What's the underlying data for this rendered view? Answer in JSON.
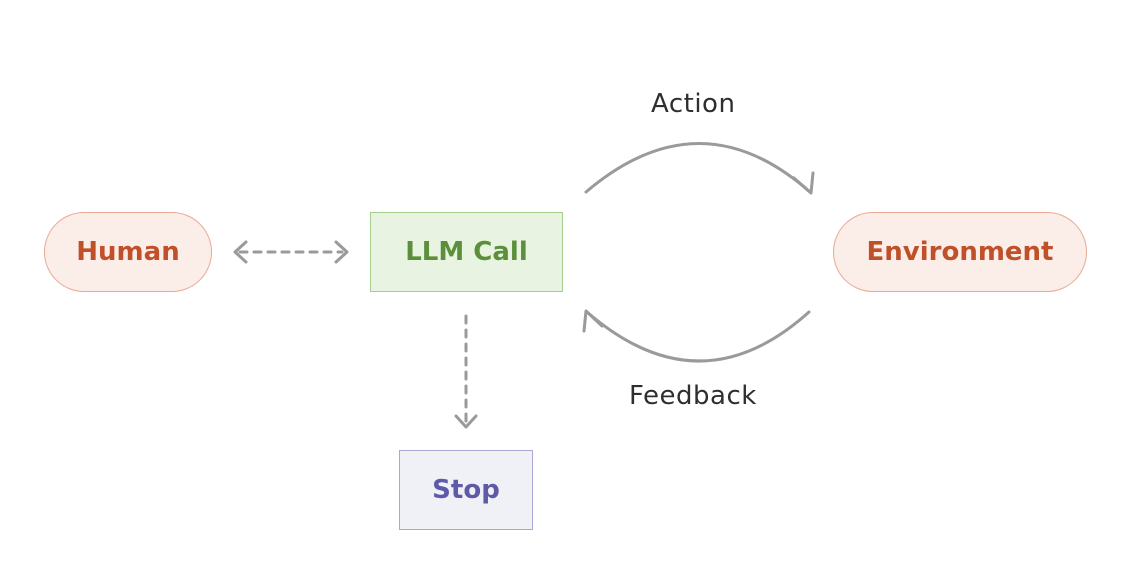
{
  "nodes": {
    "human": "Human",
    "llm_call": "LLM Call",
    "environment": "Environment",
    "stop": "Stop"
  },
  "edges": {
    "action": "Action",
    "feedback": "Feedback"
  },
  "colors": {
    "human_env_fill": "#fbeee9",
    "human_env_border": "#e8a993",
    "human_env_text": "#c0502a",
    "llm_fill": "#e9f3e1",
    "llm_border": "#a6cf8f",
    "llm_text": "#5c8f3a",
    "stop_fill": "#f0f0f7",
    "stop_border": "#aaa6d8",
    "stop_text": "#5e5aa8",
    "arrow": "#9a9a9a"
  }
}
